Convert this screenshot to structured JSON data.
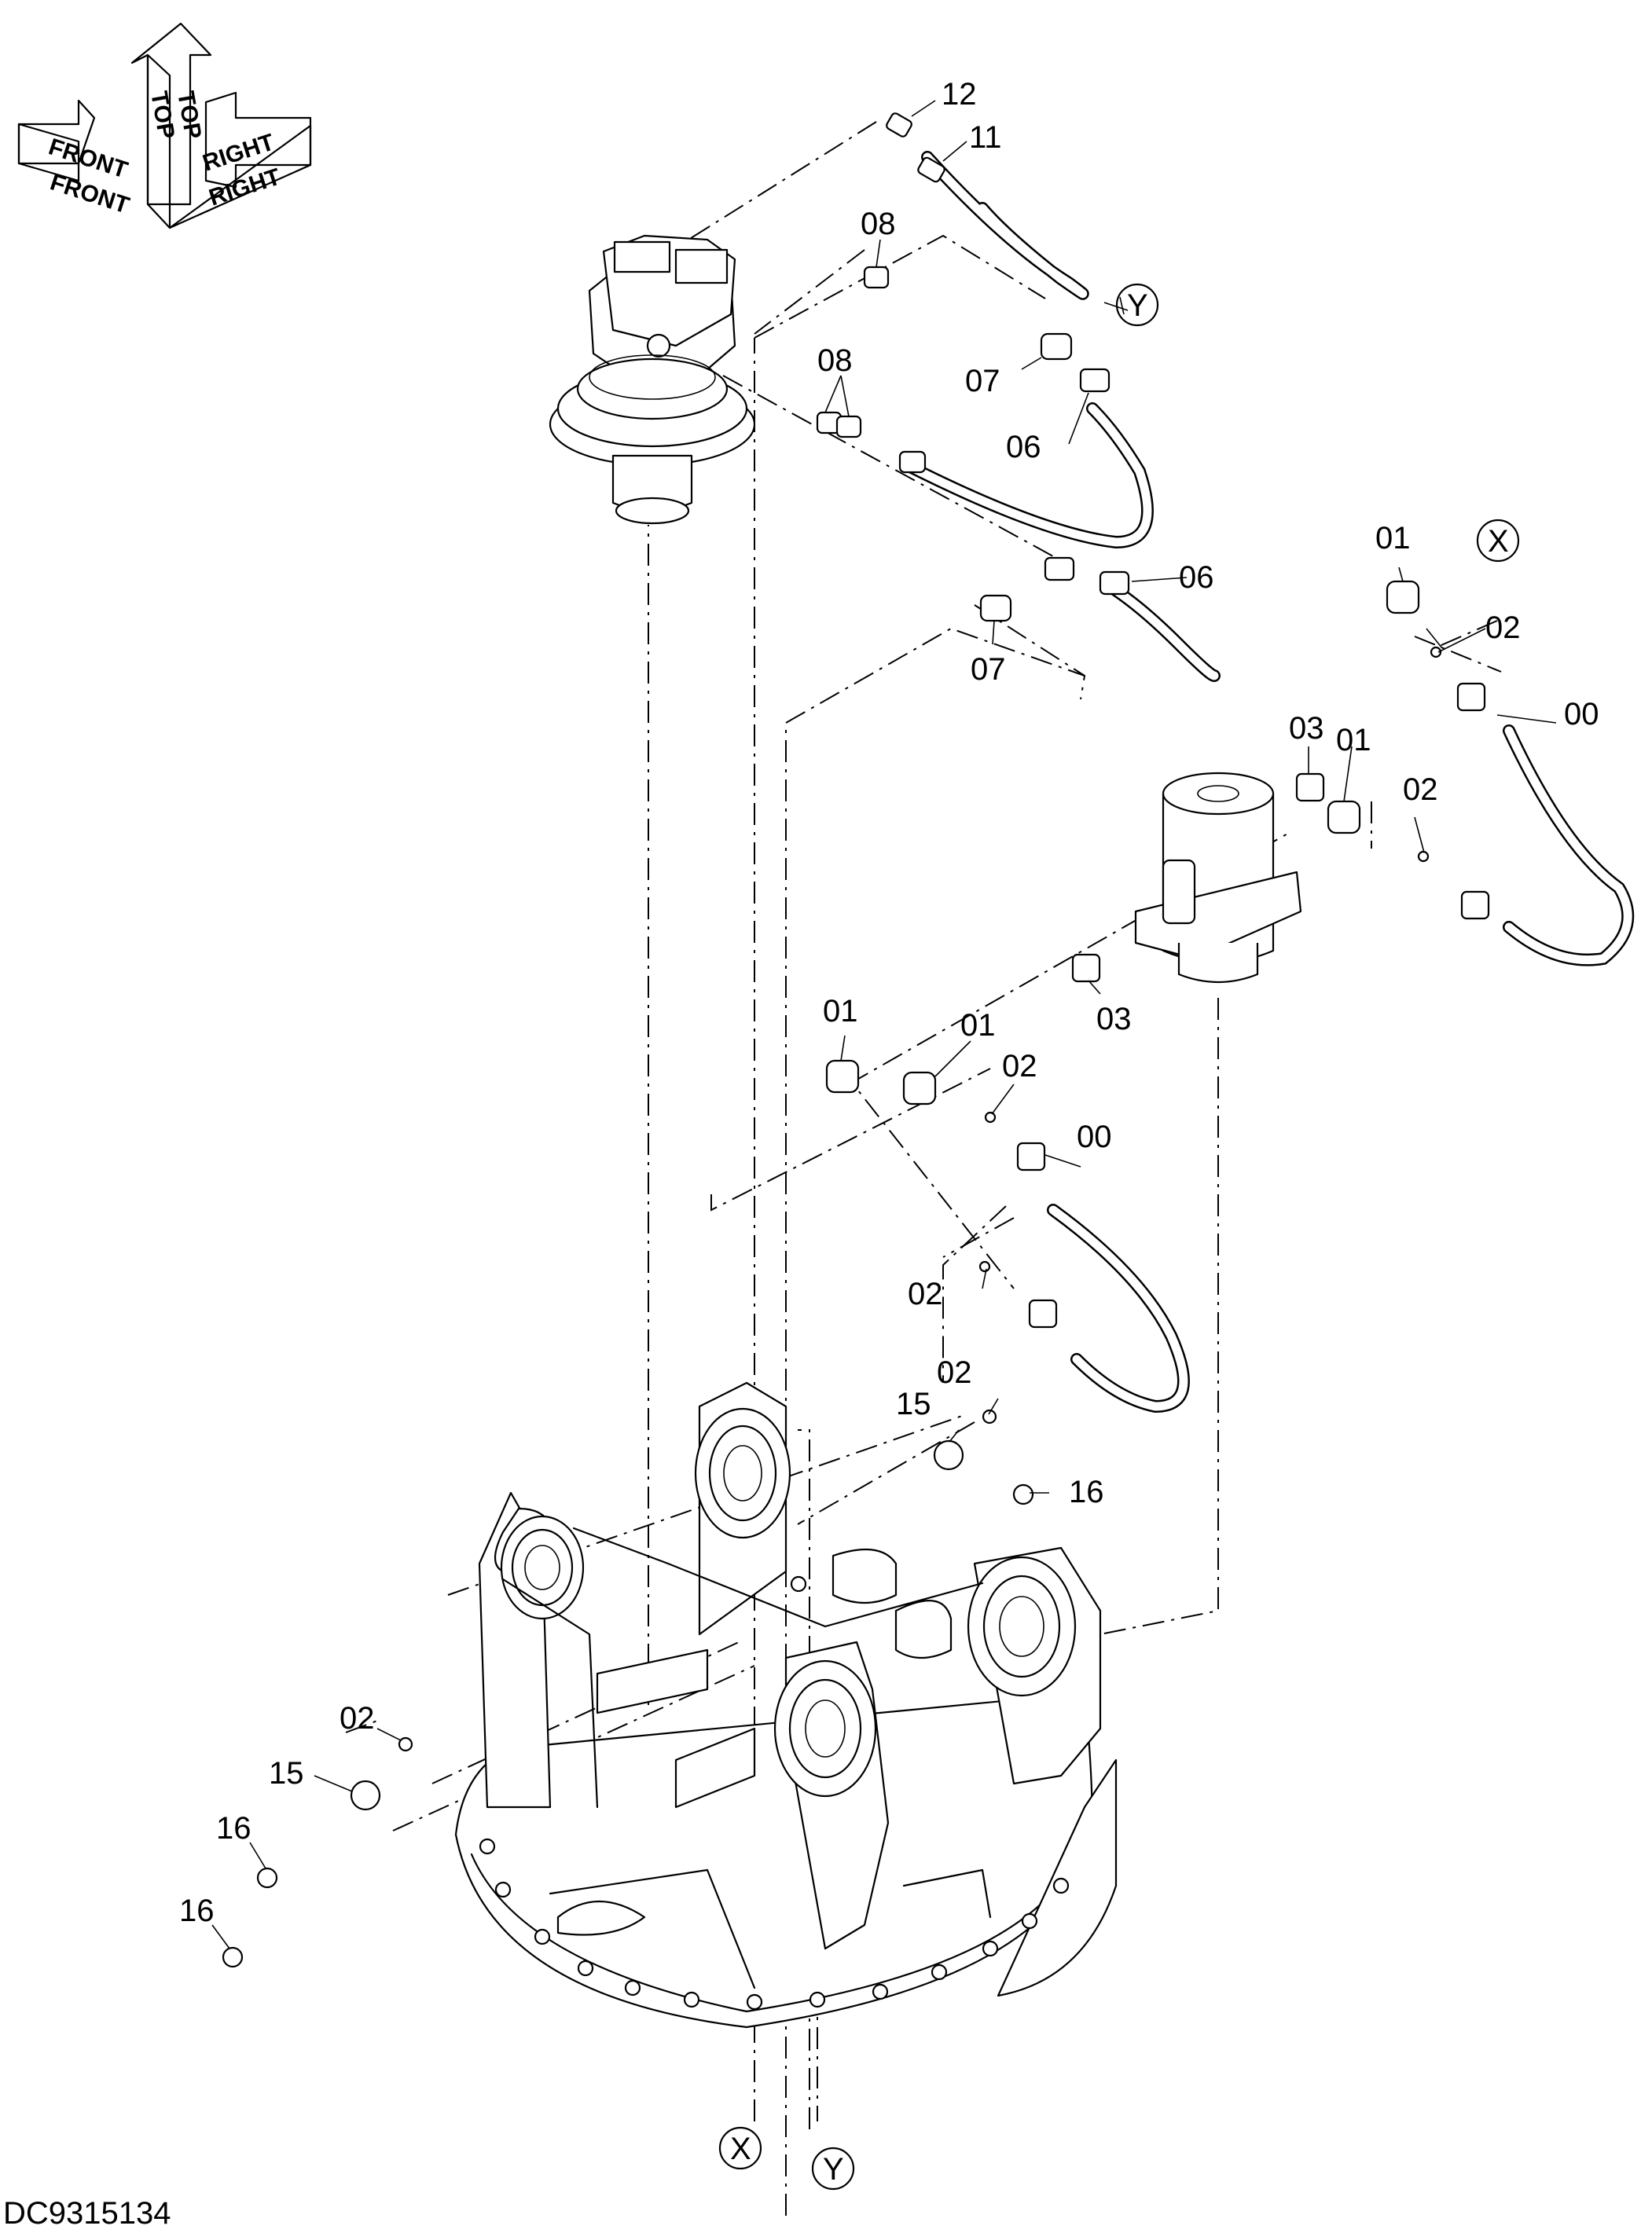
{
  "orientation_labels": {
    "front_a": "FRONT",
    "front_b": "FRONT",
    "top_a": "TOP",
    "top_b": "TOP",
    "right_a": "RIGHT",
    "right_b": "RIGHT"
  },
  "drawing_code": "DC9315134",
  "callouts": {
    "c12": "12",
    "c11": "11",
    "c08a": "08",
    "c08b": "08",
    "c07a": "07",
    "c07b": "07",
    "c06a": "06",
    "c06b": "06",
    "c01a": "01",
    "c01b": "01",
    "c01c": "01",
    "c01d": "01",
    "c02a": "02",
    "c02b": "02",
    "c02c": "02",
    "c02d": "02",
    "c02e": "02",
    "c02f": "02",
    "c00a": "00",
    "c00b": "00",
    "c03a": "03",
    "c03b": "03",
    "c15a": "15",
    "c15b": "15",
    "c16a": "16",
    "c16b": "16",
    "c16c": "16"
  },
  "connection_refs": {
    "x_top": "X",
    "y_top": "Y",
    "x_bottom": "X",
    "y_bottom": "Y"
  }
}
